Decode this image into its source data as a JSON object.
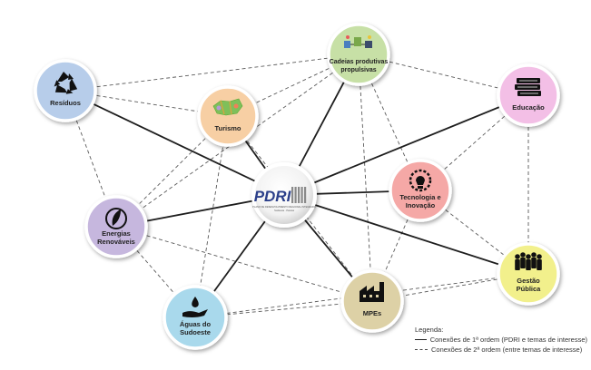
{
  "center": {
    "id": "pdri",
    "label": "PDRI",
    "sub1": "PLANO DE DESENVOLVIMENTO REGIONAL INTEGRADO",
    "sub2": "Sudoeste · Paraná"
  },
  "nodes": [
    {
      "id": "residuos",
      "lines": [
        "Resíduos"
      ],
      "color": "#b7cdea",
      "icon": "recycle-icon"
    },
    {
      "id": "turismo",
      "lines": [
        "Turismo"
      ],
      "color": "#f7cfa4",
      "icon": "map-icon"
    },
    {
      "id": "cadeias",
      "lines": [
        "Cadeias produtivas",
        "propulsivas"
      ],
      "color": "#c7e0a6",
      "icon": "production-chain-icon"
    },
    {
      "id": "educacao",
      "lines": [
        "Educação"
      ],
      "color": "#f3bfe6",
      "icon": "books-icon"
    },
    {
      "id": "energias",
      "lines": [
        "Energias",
        "Renováveis"
      ],
      "color": "#c6b7de",
      "icon": "leaf-icon"
    },
    {
      "id": "tecnologia",
      "lines": [
        "Tecnologia e",
        "Inovação"
      ],
      "color": "#f5a8a6",
      "icon": "lightbulb-gear-icon"
    },
    {
      "id": "gestao",
      "lines": [
        "Gestão",
        "Pública"
      ],
      "color": "#f2f08c",
      "icon": "people-icon"
    },
    {
      "id": "aguas",
      "lines": [
        "Águas do",
        "Sudoeste"
      ],
      "color": "#a9d9ec",
      "icon": "water-drop-hand-icon"
    },
    {
      "id": "mpes",
      "lines": [
        "MPEs"
      ],
      "color": "#ddd1a6",
      "icon": "factory-icon"
    }
  ],
  "edges_first_order": [
    [
      "pdri",
      "residuos"
    ],
    [
      "pdri",
      "turismo"
    ],
    [
      "pdri",
      "cadeias"
    ],
    [
      "pdri",
      "educacao"
    ],
    [
      "pdri",
      "energias"
    ],
    [
      "pdri",
      "tecnologia"
    ],
    [
      "pdri",
      "gestao"
    ],
    [
      "pdri",
      "aguas"
    ],
    [
      "pdri",
      "mpes"
    ]
  ],
  "edges_second_order": [
    [
      "residuos",
      "cadeias"
    ],
    [
      "residuos",
      "turismo"
    ],
    [
      "residuos",
      "energias"
    ],
    [
      "turismo",
      "cadeias"
    ],
    [
      "turismo",
      "energias"
    ],
    [
      "turismo",
      "aguas"
    ],
    [
      "turismo",
      "mpes"
    ],
    [
      "cadeias",
      "educacao"
    ],
    [
      "cadeias",
      "tecnologia"
    ],
    [
      "cadeias",
      "mpes"
    ],
    [
      "cadeias",
      "energias"
    ],
    [
      "educacao",
      "tecnologia"
    ],
    [
      "educacao",
      "gestao"
    ],
    [
      "tecnologia",
      "gestao"
    ],
    [
      "tecnologia",
      "mpes"
    ],
    [
      "energias",
      "aguas"
    ],
    [
      "energias",
      "mpes"
    ],
    [
      "aguas",
      "mpes"
    ],
    [
      "gestao",
      "mpes"
    ],
    [
      "aguas",
      "gestao"
    ]
  ],
  "legend": {
    "title": "Legenda:",
    "solid": "Conexões de 1ª ordem (PDRI e temas de interesse)",
    "dashed": "Conexões de 2ª ordem (entre temas de interesse)"
  }
}
